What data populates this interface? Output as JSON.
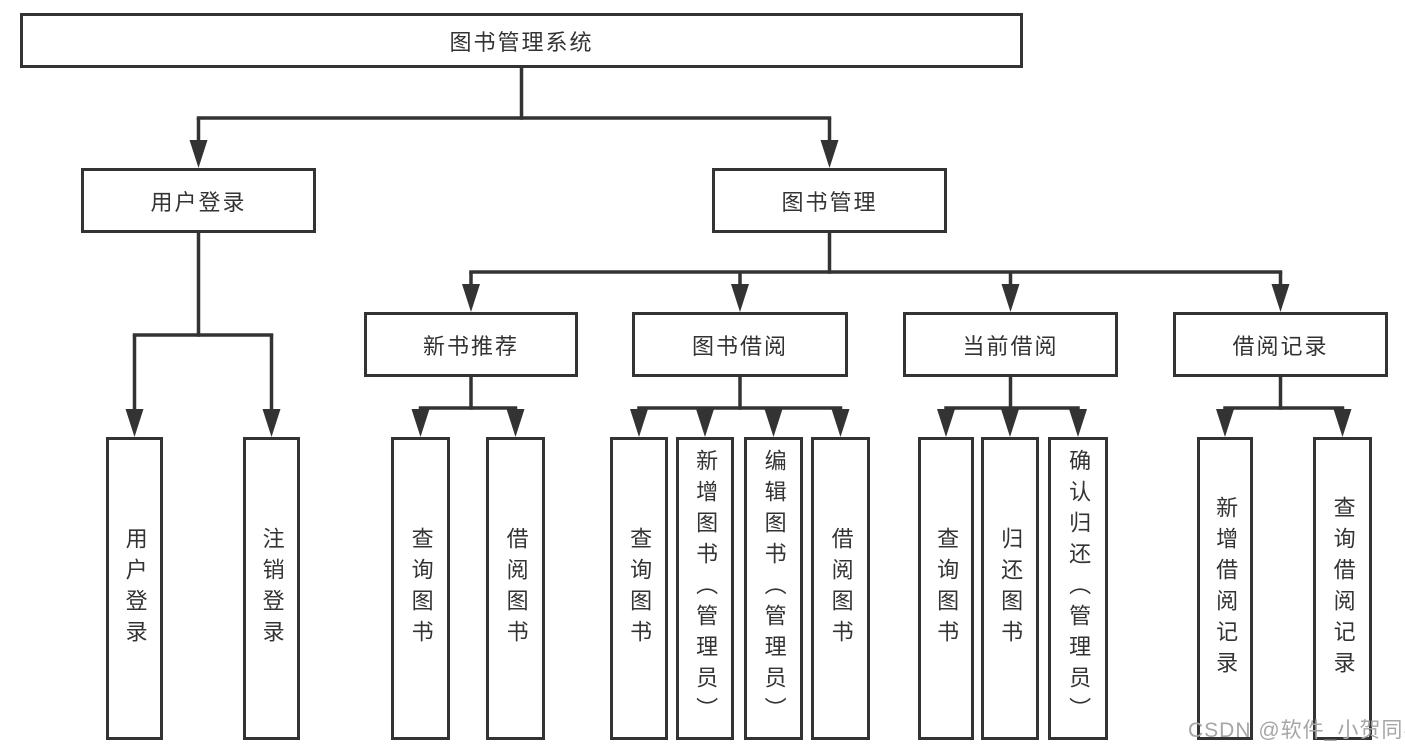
{
  "diagram": {
    "root": {
      "label": "图书管理系统"
    },
    "level2": [
      {
        "label": "用户登录"
      },
      {
        "label": "图书管理"
      }
    ],
    "level3": [
      {
        "label": "新书推荐"
      },
      {
        "label": "图书借阅"
      },
      {
        "label": "当前借阅"
      },
      {
        "label": "借阅记录"
      }
    ],
    "leaves": [
      {
        "label": "用户登录"
      },
      {
        "label": "注销登录"
      },
      {
        "label": "查询图书"
      },
      {
        "label": "借阅图书"
      },
      {
        "label": "查询图书"
      },
      {
        "label": "新增图书（管理员）"
      },
      {
        "label": "编辑图书（管理员）"
      },
      {
        "label": "借阅图书"
      },
      {
        "label": "查询图书"
      },
      {
        "label": "归还图书"
      },
      {
        "label": "确认归还（管理员）"
      },
      {
        "label": "新增借阅记录"
      },
      {
        "label": "查询借阅记录"
      }
    ]
  },
  "watermark": "CSDN @软件_小贺同学",
  "colors": {
    "line": "#333333",
    "text": "#333333",
    "node_background": "#ffffff",
    "watermark": "#a6a6a6",
    "background": "#ffffff"
  }
}
